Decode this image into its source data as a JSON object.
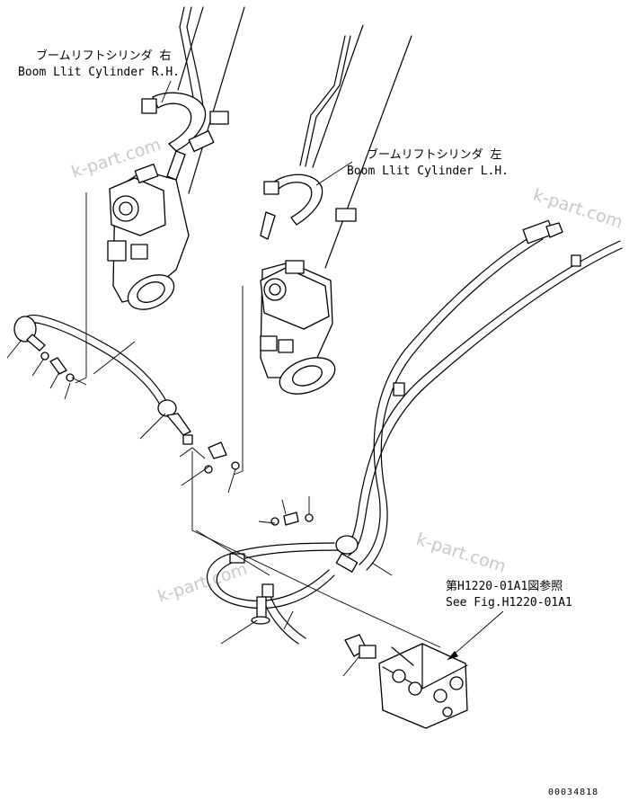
{
  "labels": {
    "right_cylinder_jp": "ブームリフトシリンダ 右",
    "right_cylinder_en": "Boom Llit Cylinder R.H.",
    "left_cylinder_jp": "ブームリフトシリンダ 左",
    "left_cylinder_en": "Boom Llit Cylinder L.H.",
    "ref_jp": "第H1220-01A1図参照",
    "ref_en": "See Fig.H1220-01A1"
  },
  "watermark": "k-part.com",
  "document_number": "00034818"
}
